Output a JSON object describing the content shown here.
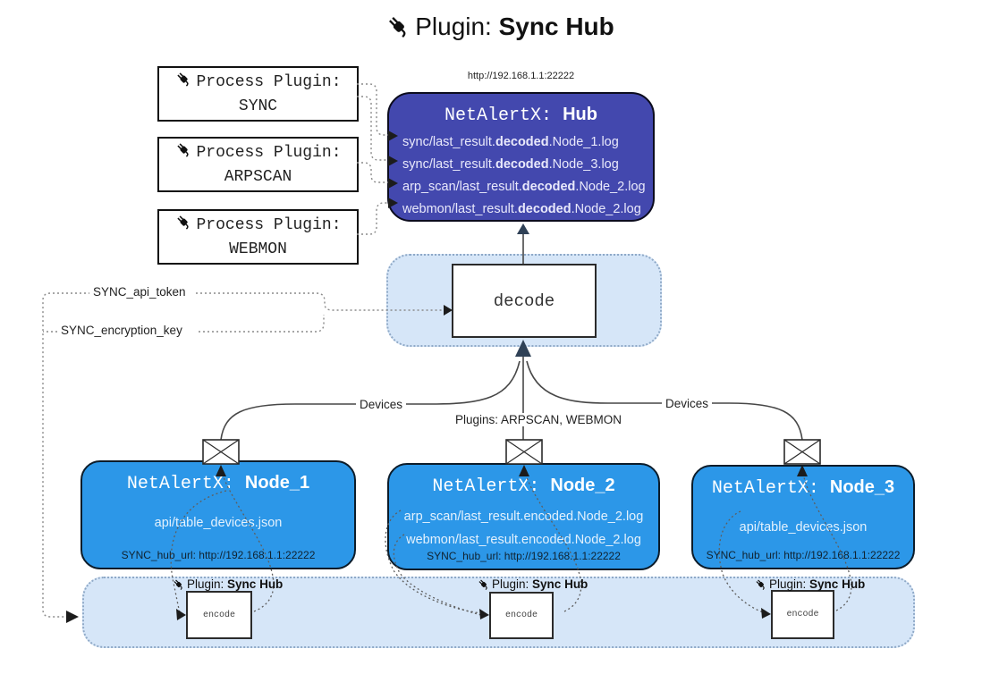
{
  "colors": {
    "hub_fill": "#4348ae",
    "node_fill": "#2c97e8",
    "panel_fill": "#d6e6f8",
    "panel_border": "#8fa9c7",
    "hub_text": "#e9e9fb",
    "node_text": "#e3f1fd"
  },
  "icons": {
    "plug": "plug-icon",
    "envelope": "envelope-icon"
  },
  "title": {
    "prefix": "Plugin:",
    "name": "Sync Hub"
  },
  "process_plugins": [
    {
      "prefix": "Process Plugin:",
      "name": "SYNC"
    },
    {
      "prefix": "Process Plugin:",
      "name": "ARPSCAN"
    },
    {
      "prefix": "Process Plugin:",
      "name": "WEBMON"
    }
  ],
  "hub": {
    "url": "http://192.168.1.1:22222",
    "title_prefix": "NetAlertX:",
    "title_name": "Hub",
    "lines": [
      {
        "pre": "sync/last_result.",
        "bold": "decoded",
        "post": ".Node_1.log"
      },
      {
        "pre": "sync/last_result.",
        "bold": "decoded",
        "post": ".Node_3.log"
      },
      {
        "pre": "arp_scan/last_result.",
        "bold": "decoded",
        "post": ".Node_2.log"
      },
      {
        "pre": "webmon/last_result.",
        "bold": "decoded",
        "post": ".Node_2.log"
      }
    ]
  },
  "decode": {
    "label": "decode"
  },
  "tokens": {
    "api_token": "SYNC_api_token",
    "encryption_key": "SYNC_encryption_key"
  },
  "edges": {
    "devices_left": "Devices",
    "devices_right": "Devices",
    "plugins_middle": "Plugins: ARPSCAN, WEBMON"
  },
  "nodes": [
    {
      "title_prefix": "NetAlertX:",
      "title_name": "Node_1",
      "files": [
        "api/table_devices.json"
      ],
      "footer": "SYNC_hub_url: http://192.168.1.1:22222"
    },
    {
      "title_prefix": "NetAlertX:",
      "title_name": "Node_2",
      "files": [
        "arp_scan/last_result.encoded.Node_2.log",
        "webmon/last_result.encoded.Node_2.log"
      ],
      "footer": "SYNC_hub_url: http://192.168.1.1:22222"
    },
    {
      "title_prefix": "NetAlertX:",
      "title_name": "Node_3",
      "files": [
        "api/table_devices.json"
      ],
      "footer": "SYNC_hub_url: http://192.168.1.1:22222"
    }
  ],
  "encoders": [
    {
      "plugin_prefix": "Plugin:",
      "plugin_name": "Sync Hub",
      "label": "encode"
    },
    {
      "plugin_prefix": "Plugin:",
      "plugin_name": "Sync Hub",
      "label": "encode"
    },
    {
      "plugin_prefix": "Plugin:",
      "plugin_name": "Sync Hub",
      "label": "encode"
    }
  ]
}
